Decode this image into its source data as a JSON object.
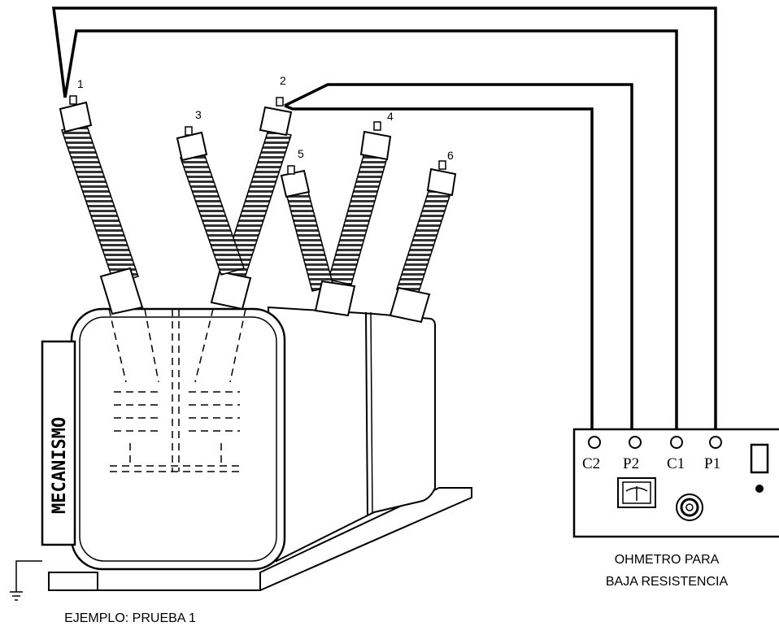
{
  "terminals": {
    "t1": "1",
    "t2": "2",
    "t3": "3",
    "t4": "4",
    "t5": "5",
    "t6": "6"
  },
  "mechanism_label": "MECANISMO",
  "ohmmeter": {
    "c2": "C2",
    "p2": "P2",
    "c1": "C1",
    "p1": "P1",
    "caption_line1": "OHMETRO PARA",
    "caption_line2": "BAJA RESISTENCIA"
  },
  "example_caption": "EJEMPLO: PRUEBA 1"
}
